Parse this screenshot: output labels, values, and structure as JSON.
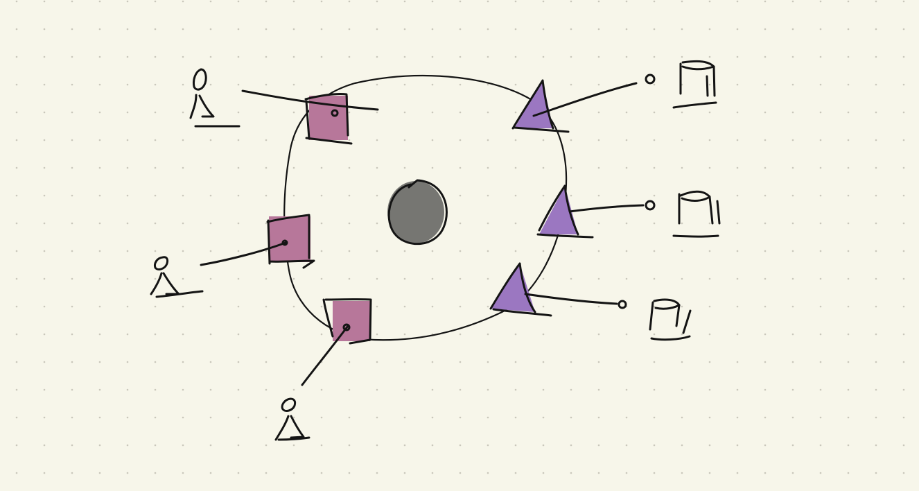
{
  "colors": {
    "paper": "#f7f6ea",
    "dot_grid": "#c9c7bb",
    "ink": "#141414",
    "center_fill": "#767672",
    "adapter_fill": "#b7779a",
    "port_fill": "#9b77c1"
  },
  "diagram": {
    "core": {
      "shape": "circle",
      "icon": "gray-hub-icon"
    },
    "ring": {
      "shape": "circle",
      "icon": "hexagon-ring-outline"
    },
    "left_side": {
      "node_shape": "square",
      "node_icon": "pink-square-adapter-icon",
      "count": 3,
      "endpoint_icon": "person-icon"
    },
    "right_side": {
      "node_shape": "triangle",
      "node_icon": "purple-triangle-port-icon",
      "count": 3,
      "endpoint_icon": "database-cylinder-icon"
    }
  }
}
